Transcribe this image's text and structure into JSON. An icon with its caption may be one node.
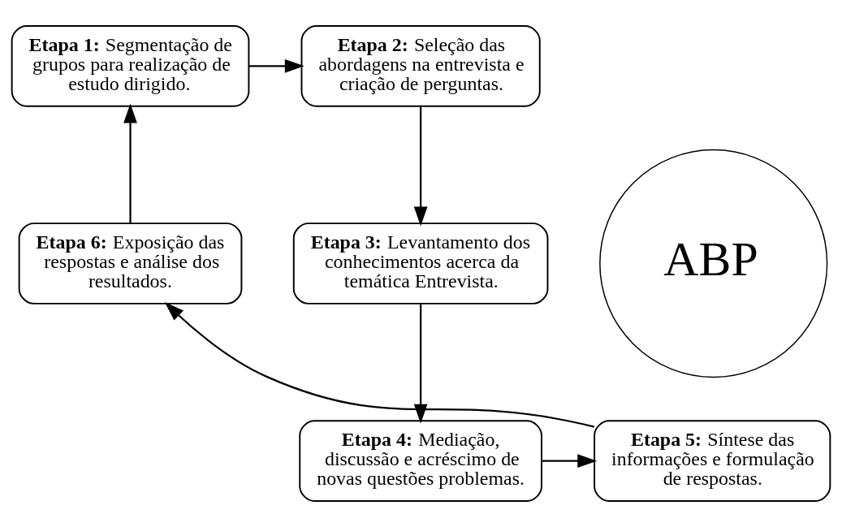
{
  "diagram": {
    "nodes": [
      {
        "text": [
          "**Etapa 1:** Segmentação de grupos para realização de estudo dirigido."
        ]
      },
      {
        "text": [
          "**Etapa 2:** Seleção das abordagens na entrevista e criação de perguntas."
        ]
      },
      {
        "text": [
          "**Etapa 3:** Levantamento dos conhecimentos acerca da temática Entrevista."
        ]
      },
      {
        "text": [
          "**Etapa 4:** Mediação, discussão e acréscimo de novas questões problemas."
        ]
      },
      {
        "text": [
          "**Etapa 5:** Síntese das informações e formulação de respostas."
        ]
      },
      {
        "text": [
          "**Etapa 6:** Exposição das respostas e análise dos resultados."
        ]
      },
      {
        "text": [
          "ABP"
        ]
      }
    ],
    "edges": [
      {
        "from": 0,
        "to": 1,
        "arrow": "to"
      },
      {
        "from": 1,
        "to": 2,
        "arrow": "to"
      },
      {
        "from": 2,
        "to": 3,
        "arrow": "to"
      },
      {
        "from": 3,
        "to": 4,
        "arrow": "to"
      },
      {
        "from": 4,
        "to": 5,
        "arrow": "to"
      },
      {
        "from": 5,
        "to": 0,
        "arrow": "to"
      }
    ]
  }
}
